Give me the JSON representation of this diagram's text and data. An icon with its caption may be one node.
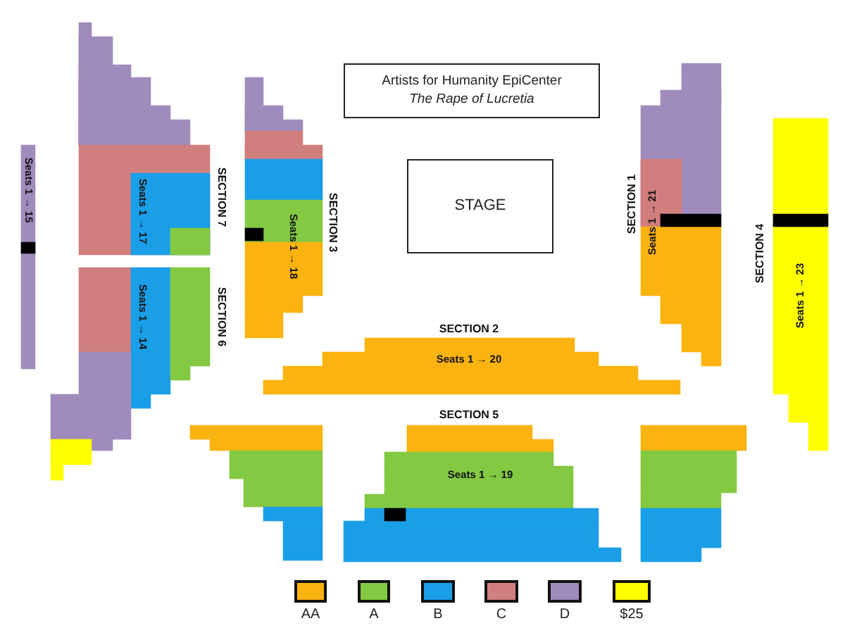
{
  "diagram": {
    "nodes": [
      {
        "text": [
          "Artists for Humanity EpiCenter",
          "The Rape of Lucretia"
        ]
      },
      {
        "text": [
          "STAGE"
        ]
      }
    ],
    "labels": [
      "Seats 1 → 15",
      "SECTION 7",
      "Seats 1 → 17",
      "SECTION 3",
      "Seats 1 → 18",
      "SECTION 1",
      "Seats 1 → 21",
      "SECTION 4",
      "Seats 1 → 23",
      "SECTION 6",
      "Seats 1 → 14",
      "SECTION 2",
      "Seats 1 → 20",
      "SECTION 5",
      "Seats 1 → 19"
    ],
    "legend": [
      {
        "text": "AA",
        "color": "#fbb30f"
      },
      {
        "text": "A",
        "color": "#84c942"
      },
      {
        "text": "B",
        "color": "#1a9ee8"
      },
      {
        "text": "C",
        "color": "#d17e7e"
      },
      {
        "text": "D",
        "color": "#a08bbd"
      },
      {
        "text": "$25",
        "color": "#ffff00"
      }
    ]
  }
}
